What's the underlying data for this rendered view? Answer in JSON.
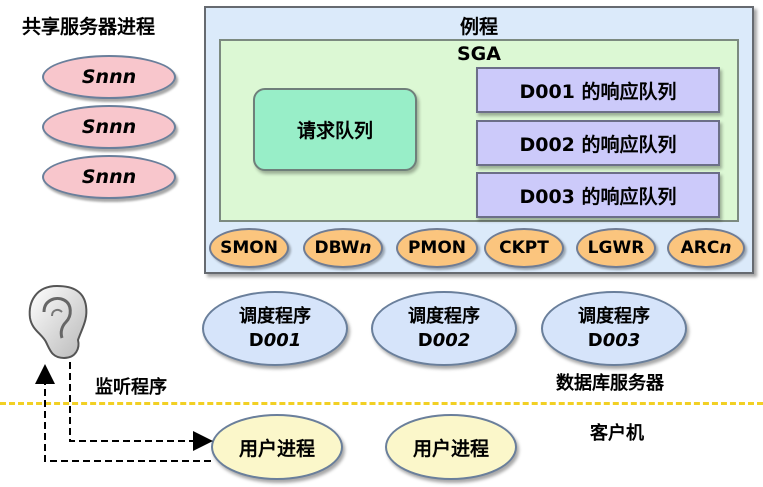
{
  "shared_servers": {
    "title": "共享服务器进程",
    "items": [
      "Snnn",
      "Snnn",
      "Snnn"
    ]
  },
  "instance": {
    "title": "例程",
    "sga": {
      "title": "SGA",
      "request_queue": "请求队列",
      "response_queues": [
        "D001 的响应队列",
        "D002 的响应队列",
        "D003 的响应队列"
      ]
    },
    "background_processes": [
      {
        "prefix": "SMON",
        "suffix": ""
      },
      {
        "prefix": "DBW",
        "suffix": "n"
      },
      {
        "prefix": "PMON",
        "suffix": ""
      },
      {
        "prefix": "CKPT",
        "suffix": ""
      },
      {
        "prefix": "LGWR",
        "suffix": ""
      },
      {
        "prefix": "ARC",
        "suffix": "n"
      }
    ]
  },
  "dispatchers": [
    {
      "label": "调度程序",
      "prefix": "D",
      "id": "001"
    },
    {
      "label": "调度程序",
      "prefix": "D",
      "id": "002"
    },
    {
      "label": "调度程序",
      "prefix": "D",
      "id": "003"
    }
  ],
  "labels": {
    "database_server": "数据库服务器",
    "listener": "监听程序",
    "client": "客户机"
  },
  "user_processes": [
    "用户进程",
    "用户进程"
  ],
  "icons": {
    "listener": "ear-icon"
  },
  "colors": {
    "instance_bg": "#dbeafa",
    "sga_bg": "#dcf8d4",
    "request_queue_bg": "#98eec8",
    "response_queue_bg": "#cccafa",
    "background_process_bg": "#fbc57e",
    "shared_server_bg": "#f8c6cc",
    "dispatcher_bg": "#d6e4fa",
    "user_process_bg": "#fbf7ca",
    "divider": "#f2d024"
  }
}
